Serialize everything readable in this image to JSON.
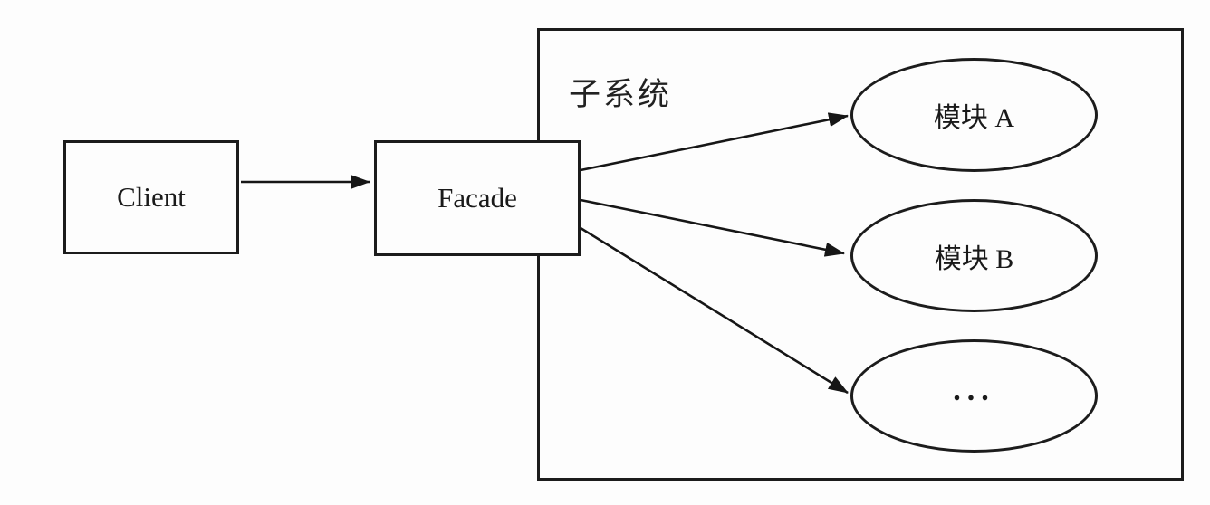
{
  "diagram": {
    "kind": "facade-pattern-structure",
    "colors": {
      "line": "#1c1c1c",
      "background": "#fdfdfd"
    },
    "nodes": {
      "client": {
        "label": "Client",
        "shape": "rectangle"
      },
      "facade": {
        "label": "Facade",
        "shape": "rectangle"
      },
      "subsystem": {
        "label": "子系统",
        "shape": "container-rectangle"
      },
      "module_a": {
        "label": "模块 A",
        "shape": "ellipse"
      },
      "module_b": {
        "label": "模块 B",
        "shape": "ellipse"
      },
      "module_more": {
        "label": "...",
        "shape": "ellipse"
      }
    },
    "edges": [
      {
        "from": "client",
        "to": "facade",
        "style": "arrow"
      },
      {
        "from": "facade",
        "to": "module_a",
        "style": "arrow"
      },
      {
        "from": "facade",
        "to": "module_b",
        "style": "arrow"
      },
      {
        "from": "facade",
        "to": "module_more",
        "style": "arrow"
      }
    ]
  }
}
